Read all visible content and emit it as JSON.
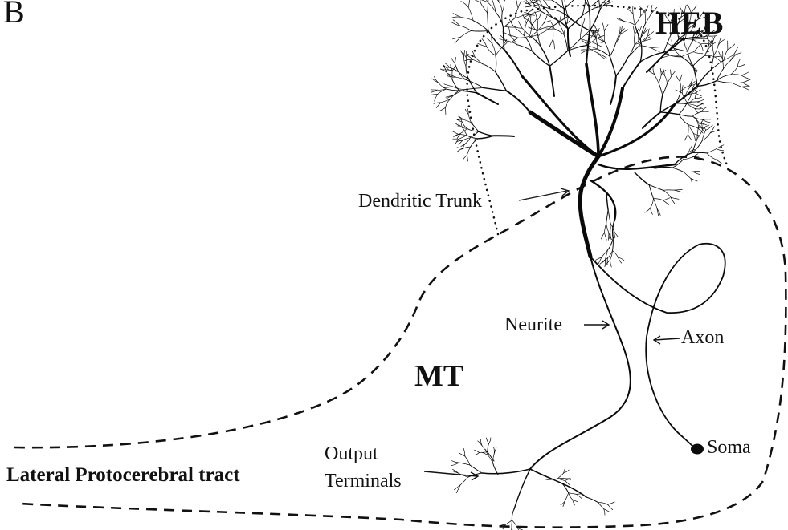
{
  "panel_label": "B",
  "regions": {
    "heb": "HEB",
    "mt": "MT",
    "tract": "Lateral Protocerebral tract"
  },
  "annotations": {
    "dendritic_trunk": "Dendritic Trunk",
    "neurite": "Neurite",
    "axon": "Axon",
    "soma": "Soma",
    "output_line1": "Output",
    "output_line2": "Terminals"
  },
  "colors": {
    "ink": "#111111",
    "background": "#ffffff"
  }
}
